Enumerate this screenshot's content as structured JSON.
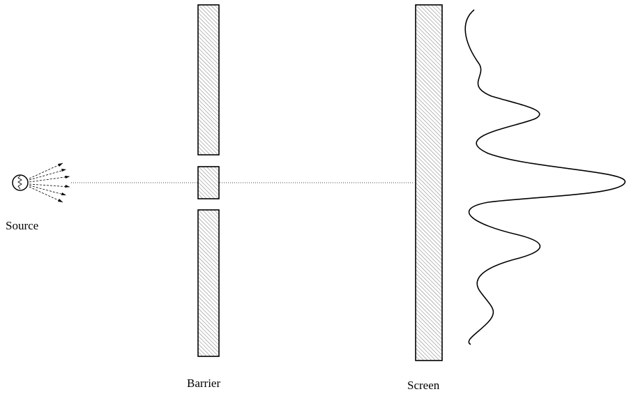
{
  "labels": {
    "source": "Source",
    "barrier": "Barrier",
    "screen": "Screen"
  },
  "colors": {
    "stroke": "#000000",
    "hatch": "#555555",
    "background": "#ffffff"
  }
}
